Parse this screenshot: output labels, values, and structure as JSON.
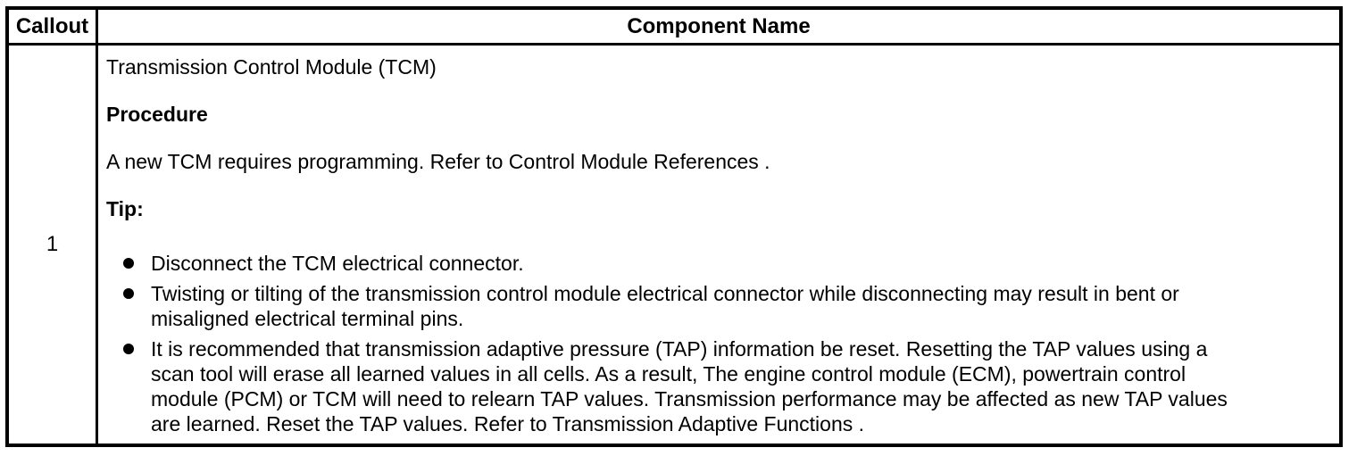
{
  "table": {
    "headers": {
      "callout": "Callout",
      "component_name": "Component Name"
    },
    "row": {
      "callout": "1",
      "component": {
        "title": "Transmission Control Module (TCM)",
        "procedure_heading": "Procedure",
        "procedure_text": "A new TCM requires programming. Refer to Control Module References .",
        "tip_heading": "Tip:",
        "tips": [
          "Disconnect the TCM electrical connector.",
          "Twisting or tilting of the transmission control module electrical connector while disconnecting may result in bent or\nmisaligned electrical terminal pins.",
          "It is recommended that transmission adaptive pressure (TAP) information be reset. Resetting the TAP values using a\nscan tool will erase all learned values in all cells. As a result, The engine control module (ECM), powertrain control\nmodule (PCM) or TCM will need to relearn TAP values. Transmission performance may be affected as new TAP values\nare learned. Reset the TAP values. Refer to Transmission Adaptive Functions ."
        ]
      }
    }
  }
}
